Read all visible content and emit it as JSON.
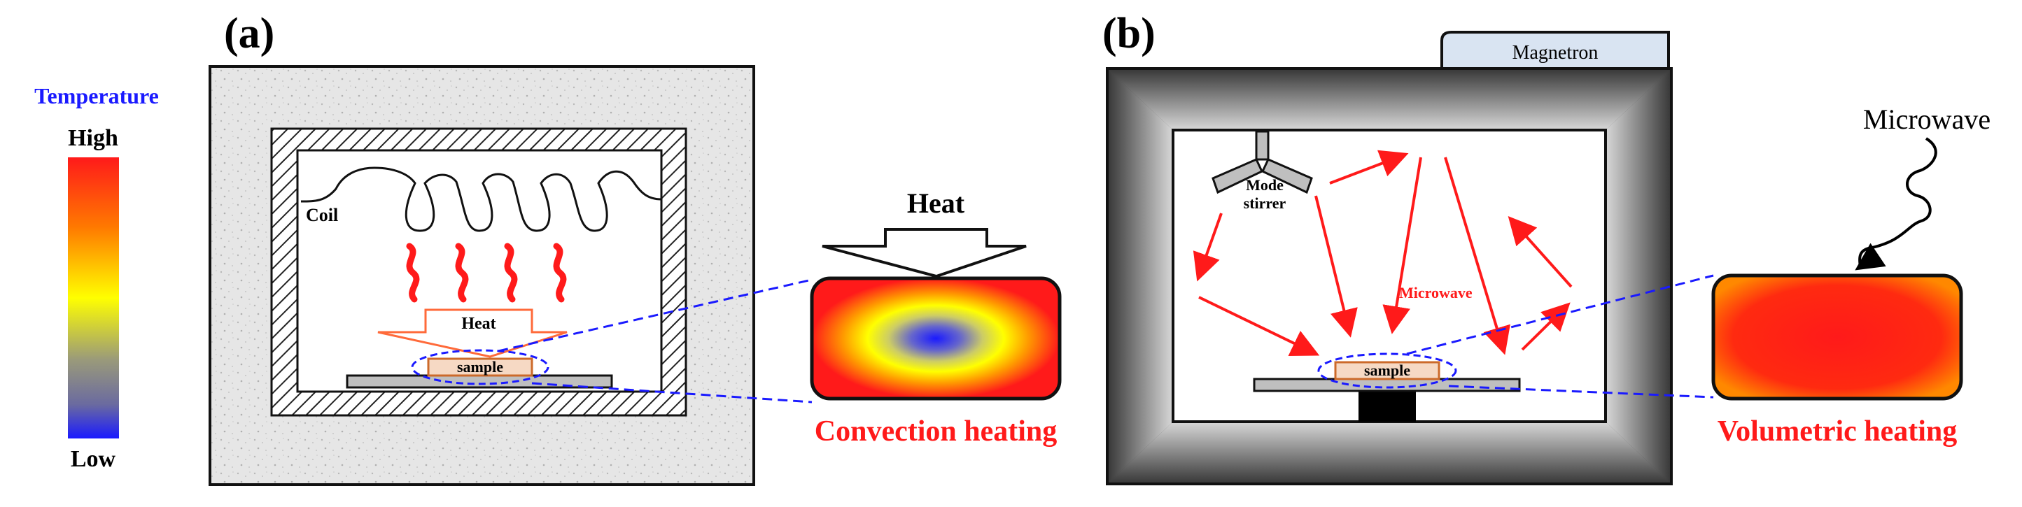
{
  "panels": {
    "a": {
      "label": "(a)"
    },
    "b": {
      "label": "(b)"
    }
  },
  "legend": {
    "title": "Temperature",
    "high": "High",
    "low": "Low",
    "gradient_colors": [
      "#ff1a1a",
      "#ff6600",
      "#ffcc00",
      "#ffff00",
      "#999999",
      "#1a1aff"
    ]
  },
  "furnace": {
    "coil_label": "Coil",
    "heat_label": "Heat",
    "sample_label": "sample"
  },
  "convection": {
    "heat_label": "Heat",
    "caption": "Convection heating"
  },
  "microwave_oven": {
    "magnetron_label": "Magnetron",
    "stirrer_label_line1": "Mode",
    "stirrer_label_line2": "stirrer",
    "microwave_label": "Microwave",
    "sample_label": "sample"
  },
  "volumetric": {
    "microwave_label": "Microwave",
    "caption": "Volumetric heating"
  },
  "colors": {
    "legend_title": "#1a1aff",
    "caption": "#ff1a1a",
    "microwave_arrows": "#ff1a1a",
    "dashed_lines": "#1a1aff",
    "sample_border": "#cc6a2a",
    "sample_fill": "#f6d9c4"
  }
}
